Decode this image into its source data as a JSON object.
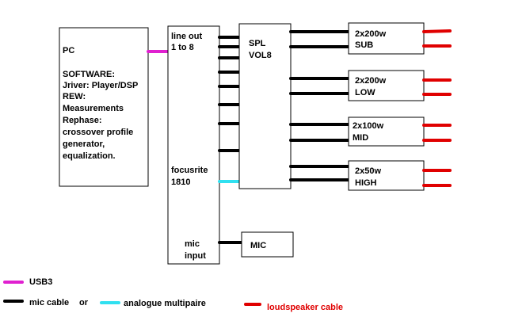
{
  "pc": {
    "label": "PC",
    "software_heading": "SOFTWARE:",
    "lines": [
      "Jriver: Player/DSP",
      "REW:",
      "Measurements",
      "Rephase:",
      "crossover profile",
      "generator,",
      "equalization."
    ]
  },
  "interface": {
    "line_out": [
      "line out",
      "1 to 8"
    ],
    "name": [
      "focusrite",
      "1810"
    ],
    "mic_input": [
      "mic",
      "input"
    ]
  },
  "spl": {
    "lines": [
      "SPL",
      "VOL8"
    ]
  },
  "amps": [
    {
      "lines": [
        "2x200w",
        "SUB"
      ]
    },
    {
      "lines": [
        "2x200w",
        "LOW"
      ]
    },
    {
      "lines": [
        "2x100w",
        "MID"
      ]
    },
    {
      "lines": [
        "2x50w",
        "HIGH"
      ]
    }
  ],
  "mic": {
    "label": "MIC"
  },
  "legend": {
    "usb": "USB3",
    "mic_cable": "mic cable",
    "or": "or",
    "analogue": "analogue multipaire",
    "speaker": "loudspeaker cable"
  },
  "colors": {
    "usb": "#e020d0",
    "mic_cable": "#000000",
    "analogue": "#30e0f0",
    "speaker": "#e00000"
  }
}
